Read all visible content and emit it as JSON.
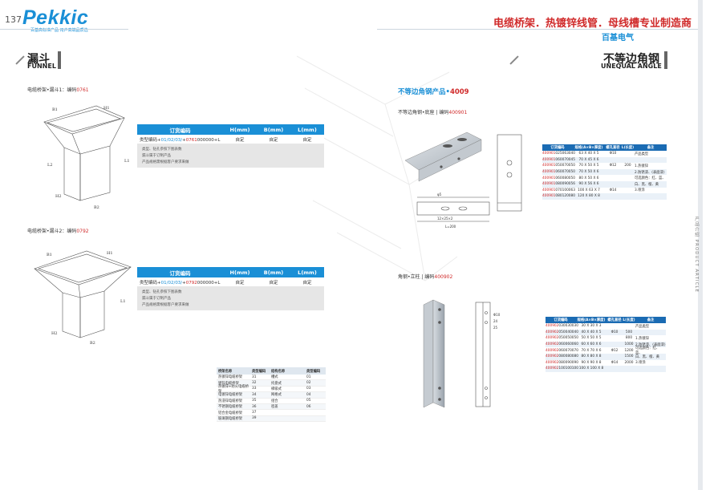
{
  "page": {
    "page_number": "137",
    "logo_text": "Pekkic",
    "logo_sub": "百基高标准产品 用户高端品质选",
    "headline": "电缆桥架．热镀锌线管．母线槽专业制造商",
    "brand2": "百基电气",
    "side_text": "产品介绍 PRODUCT ARTICLE"
  },
  "left_section": {
    "title_zh": "漏斗",
    "title_en": "FUNNEL"
  },
  "right_section": {
    "title_zh": "不等边角钢",
    "title_en": "UNEQUAL ANGLE"
  },
  "funnel1": {
    "caption": "电缆桥架•漏斗1：编码",
    "code": "0761",
    "table_headers": [
      "订货编码",
      "H(mm)",
      "B(mm)",
      "L(mm)"
    ],
    "row_prefix": "类型编码+",
    "row_types": "01/02/03/",
    "row_plus": "+",
    "row_code": "0761",
    "row_suffix": "000000+L",
    "row_values": [
      "自定",
      "自定",
      "自定"
    ],
    "notes": [
      "类型、钻孔参照下图表数",
      "漏斗属于订制产品",
      "产品规格需根据客户要求来做"
    ],
    "labels": [
      "B1",
      "H1",
      "L1",
      "L2",
      "B2",
      "H2"
    ]
  },
  "funnel2": {
    "caption": "电缆桥架•漏斗2：编码",
    "code": "0792",
    "table_headers": [
      "订货编码",
      "H(mm)",
      "B(mm)",
      "L(mm)"
    ],
    "row_prefix": "类型编码+",
    "row_types": "01/02/03/",
    "row_plus": "+",
    "row_code": "0792",
    "row_suffix": "000000+L",
    "row_values": [
      "自定",
      "自定",
      "自定"
    ],
    "notes": [
      "类型、钻孔参照下图表数",
      "漏斗属于订制产品",
      "产品规格需根据客户要求来做"
    ],
    "labels": [
      "B1",
      "H1",
      "L1",
      "B2",
      "H2"
    ]
  },
  "type_table": {
    "headers": [
      "桥架名称",
      "类型编码",
      "结构名称",
      "类型编码"
    ],
    "rows": [
      [
        "热镀锌电缆桥架",
        "31",
        "槽式",
        "01"
      ],
      [
        "镀锌电缆桥架",
        "32",
        "托盘式",
        "02"
      ],
      [
        "热镀锌+防火电缆桥架",
        "33",
        "梯级式",
        "03"
      ],
      [
        "电镀锌电缆桥架",
        "34",
        "网格式",
        "04"
      ],
      [
        "热浸锌电缆桥架",
        "35",
        "组合",
        "05"
      ],
      [
        "不锈钢电缆桥架",
        "36",
        "密盖",
        "06"
      ],
      [
        "铝合金电缆桥架",
        "37",
        "",
        ""
      ],
      [
        "玻璃钢电缆桥架",
        "39",
        "",
        ""
      ]
    ]
  },
  "angle": {
    "product_title": "不等边角钢产品•",
    "product_code": "4009",
    "base_caption": "不等边角钢•底座",
    "base_code_label": "编码",
    "base_code": "400901",
    "base_dims": [
      "φ5",
      "12×25×2",
      "L=200"
    ],
    "base_table": {
      "headers": [
        "订货编码",
        "规格(A×B×厚度)",
        "螺孔直径",
        "L(长度)",
        "备注"
      ],
      "rows": [
        [
          "400901",
          "025063040",
          "63 X 40 X 5",
          "Φ10",
          "",
          "产品类型"
        ],
        [
          "400901",
          "060070045",
          "70 X 45 X 6",
          "",
          "",
          ""
        ],
        [
          "400901",
          "050070050",
          "70 X 50 X 5",
          "Φ12",
          "200",
          "1.热镀锌"
        ],
        [
          "400901",
          "060070050",
          "70 X 50 X 6",
          "",
          "",
          "2.防锈漆、(表面漆)"
        ],
        [
          "400901",
          "060080050",
          "80 X 50 X 6",
          "",
          "",
          "可选颜色：红、蓝、"
        ],
        [
          "400901",
          "080090056",
          "90 X 56 X 6",
          "",
          "",
          "白、黑、橙、黄"
        ],
        [
          "400901",
          "070100063",
          "100 X 63 X 7",
          "Φ14",
          "",
          "3.喷涂"
        ],
        [
          "400901",
          "080120080",
          "120 X 80 X 8",
          "",
          "",
          ""
        ]
      ]
    },
    "post_caption": "角钢•立柱",
    "post_code_label": "编码",
    "post_code": "400902",
    "post_dims": [
      "Φ10",
      "24",
      "25"
    ],
    "post_table": {
      "headers": [
        "订货编码",
        "规格(A×B×厚度)",
        "螺孔直径",
        "L(长度)",
        "备注"
      ],
      "rows": [
        [
          "400902",
          "030030030",
          "30 X 30 X 3",
          "",
          "",
          "产品类型"
        ],
        [
          "400902",
          "050040040",
          "40 X 40 X 5",
          "Φ10",
          "500",
          ""
        ],
        [
          "400902",
          "050050050",
          "50 X 50 X 5",
          "",
          "800",
          "1.热镀锌"
        ],
        [
          "400902",
          "060060060",
          "60 X 60 X 6",
          "",
          "1000",
          "2.防锈漆、(表面漆)"
        ],
        [
          "400902",
          "060070070",
          "70 X 70 X 6",
          "Φ12",
          "1200",
          "可选颜色：红、蓝、"
        ],
        [
          "400902",
          "080080080",
          "80 X 80 X 8",
          "",
          "1500",
          "白、黑、橙、黄"
        ],
        [
          "400902",
          "080090090",
          "90 X 90 X 8",
          "Φ14",
          "2000",
          "3.喷涂"
        ],
        [
          "400902",
          "100100100",
          "100 X 100 X 8",
          "",
          "",
          ""
        ]
      ]
    }
  }
}
